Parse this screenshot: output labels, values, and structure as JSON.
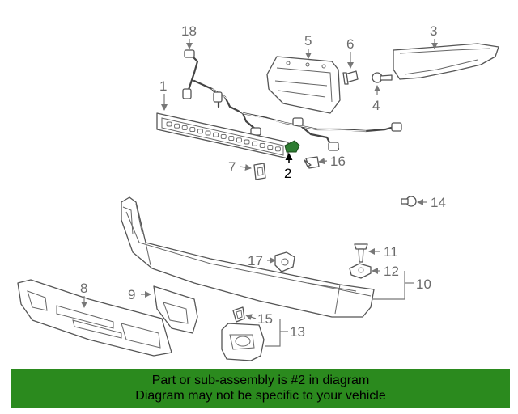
{
  "diagram": {
    "callouts": {
      "c1": "1",
      "c2": "2",
      "c3": "3",
      "c4": "4",
      "c5": "5",
      "c6": "6",
      "c7": "7",
      "c8": "8",
      "c9": "9",
      "c10": "10",
      "c11": "11",
      "c12": "12",
      "c13": "13",
      "c14": "14",
      "c15": "15",
      "c16": "16",
      "c17": "17",
      "c18": "18"
    },
    "highlight_part": "2",
    "highlight_color": "#2e7d32"
  },
  "banner": {
    "line1": "Part or sub-assembly is #2 in diagram",
    "line2": "Diagram may not be specific to your vehicle",
    "background": "#2b8a1e"
  }
}
